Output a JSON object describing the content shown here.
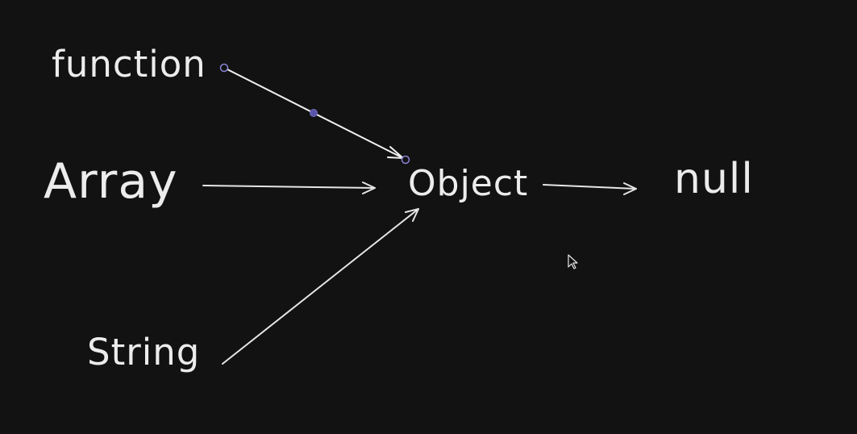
{
  "nodes": {
    "function": "function",
    "array": "Array",
    "object": "Object",
    "null": "null",
    "string": "String"
  },
  "edges": [
    {
      "from": "function",
      "to": "Object",
      "selected": true
    },
    {
      "from": "Array",
      "to": "Object"
    },
    {
      "from": "String",
      "to": "Object"
    },
    {
      "from": "Object",
      "to": "null"
    }
  ],
  "colors": {
    "background": "#121212",
    "ink": "#ececec",
    "selection": "#8a84d6"
  },
  "icons": {
    "cursor": "mouse-pointer-icon"
  }
}
